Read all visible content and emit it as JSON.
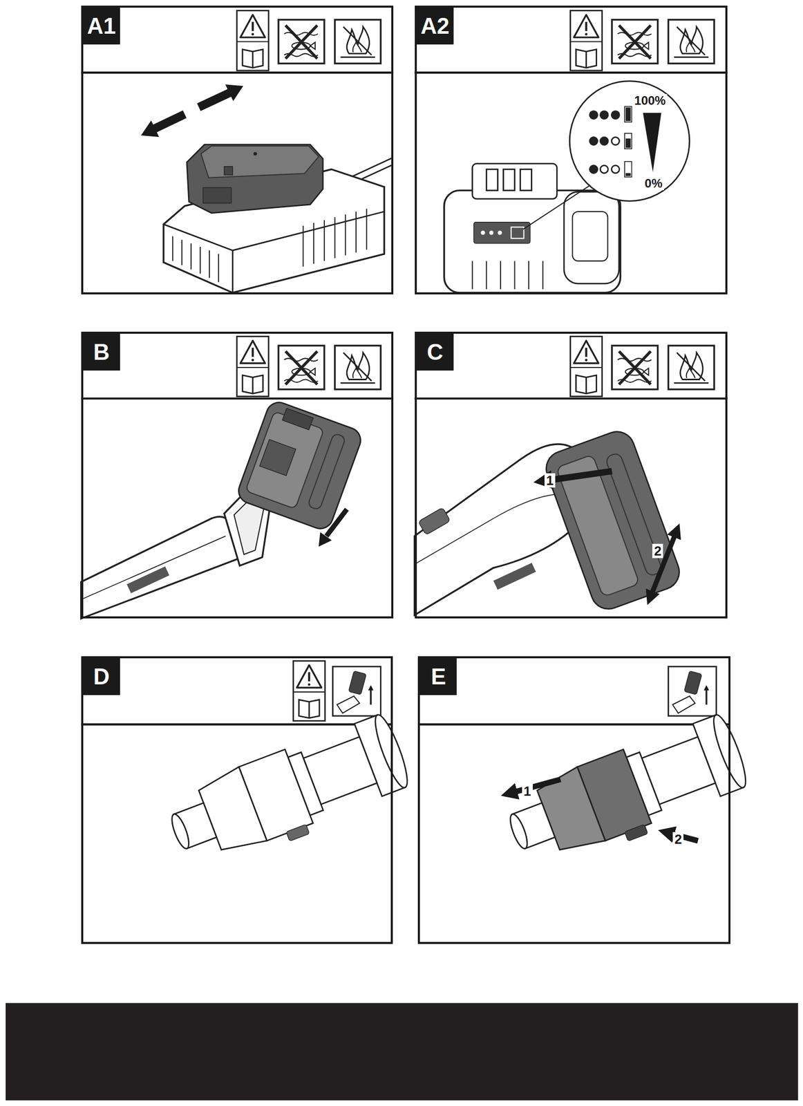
{
  "diagram": {
    "nodes": [
      {
        "text": [
          "A1"
        ]
      },
      {
        "text": [
          "A2"
        ]
      },
      {
        "text": [
          "B"
        ]
      },
      {
        "text": [
          "C"
        ]
      },
      {
        "text": [
          "D"
        ]
      },
      {
        "text": [
          "E"
        ]
      }
    ],
    "labels": [
      "100%",
      "0%",
      "1",
      "2",
      "1",
      "2"
    ]
  }
}
